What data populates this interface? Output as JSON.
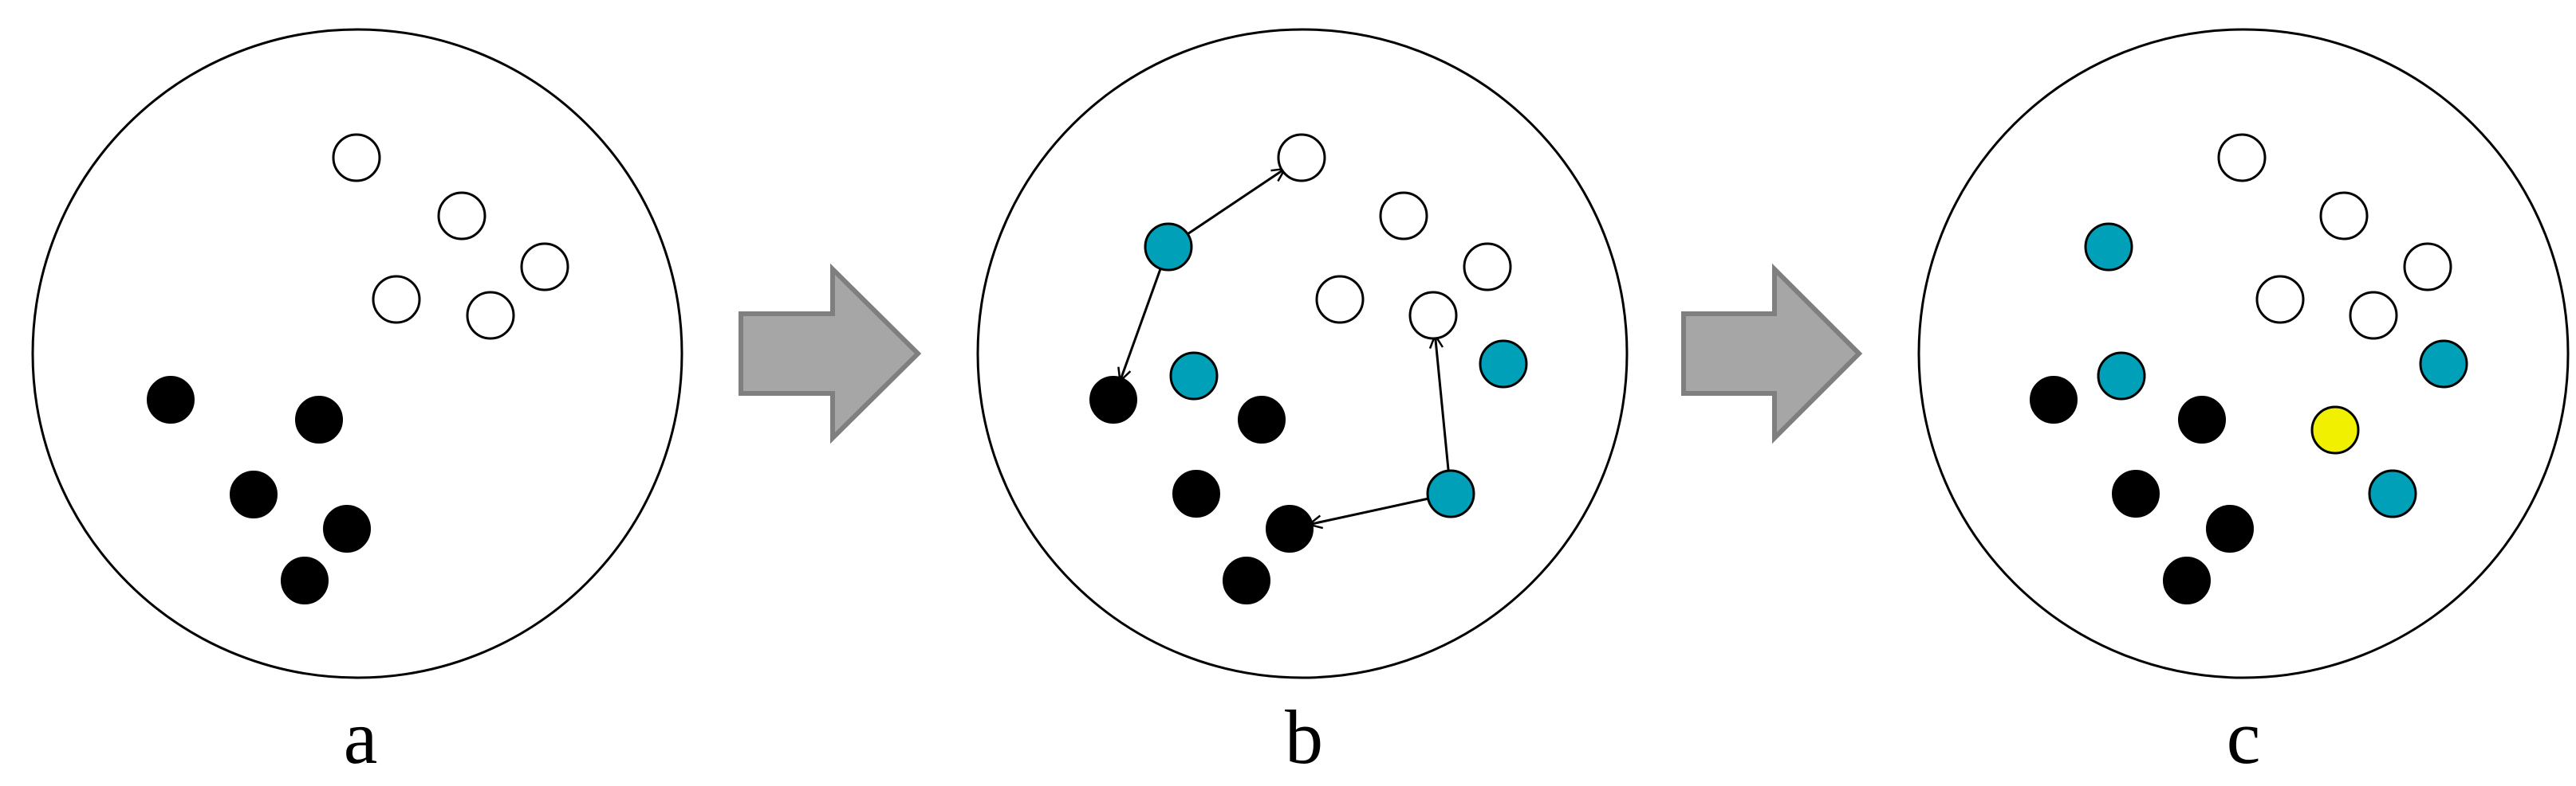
{
  "colors": {
    "background": "#ffffff",
    "outline": "#000000",
    "filled_dot": "#000000",
    "open_dot": "#ffffff",
    "cyan_dot": "#00a0b8",
    "yellow_dot": "#f0f000",
    "arrow_fill": "#a6a6a6",
    "arrow_stroke": "#7f7f7f"
  },
  "icons": {
    "panel_transition": "block-arrow-right",
    "dot": "circle",
    "connector": "line-arrow"
  },
  "panels": [
    {
      "label": "a",
      "dots": [
        {
          "type": "open"
        },
        {
          "type": "open"
        },
        {
          "type": "open"
        },
        {
          "type": "open"
        },
        {
          "type": "open"
        },
        {
          "type": "filled"
        },
        {
          "type": "filled"
        },
        {
          "type": "filled"
        },
        {
          "type": "filled"
        },
        {
          "type": "filled"
        }
      ],
      "connections": []
    },
    {
      "label": "b",
      "dots": [
        {
          "type": "open"
        },
        {
          "type": "open"
        },
        {
          "type": "open"
        },
        {
          "type": "open"
        },
        {
          "type": "open"
        },
        {
          "type": "cyan"
        },
        {
          "type": "cyan"
        },
        {
          "type": "cyan"
        },
        {
          "type": "cyan"
        },
        {
          "type": "filled"
        },
        {
          "type": "filled"
        },
        {
          "type": "filled"
        },
        {
          "type": "filled"
        },
        {
          "type": "filled"
        }
      ],
      "connections": [
        {
          "from": 5,
          "to": 0
        },
        {
          "from": 5,
          "to": 9
        },
        {
          "from": 8,
          "to": 4
        },
        {
          "from": 8,
          "to": 12
        }
      ]
    },
    {
      "label": "c",
      "dots": [
        {
          "type": "open"
        },
        {
          "type": "open"
        },
        {
          "type": "open"
        },
        {
          "type": "open"
        },
        {
          "type": "open"
        },
        {
          "type": "cyan"
        },
        {
          "type": "cyan"
        },
        {
          "type": "cyan"
        },
        {
          "type": "cyan"
        },
        {
          "type": "yellow"
        },
        {
          "type": "filled"
        },
        {
          "type": "filled"
        },
        {
          "type": "filled"
        },
        {
          "type": "filled"
        },
        {
          "type": "filled"
        }
      ],
      "connections": []
    }
  ]
}
